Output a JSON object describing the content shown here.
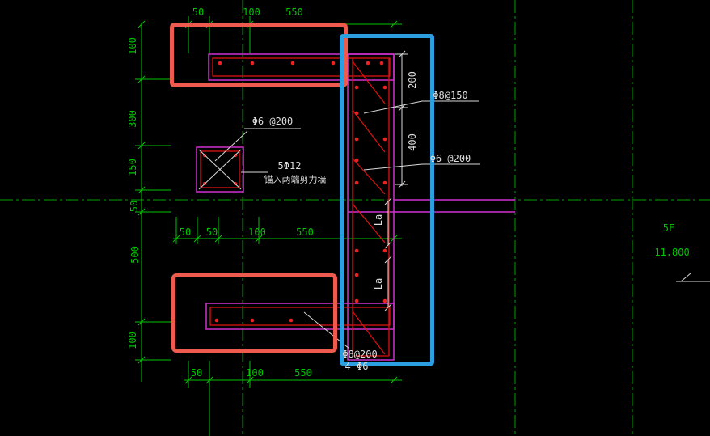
{
  "colors": {
    "background": "#000000",
    "dimension_green": "#00c400",
    "grid_green": "#00a000",
    "outline_magenta": "#cf30cf",
    "rebar_red": "#dd1111",
    "annotation_white": "#dcdcdc",
    "highlight_red": "#ee5a4e",
    "highlight_blue": "#2b9fe0"
  },
  "dims": {
    "top": {
      "d1": "50",
      "d2": "100",
      "d3": "550"
    },
    "middle": {
      "d1": "50",
      "d2": "50",
      "d3": "100",
      "d4": "550"
    },
    "bottom": {
      "d1": "50",
      "d2": "100",
      "d3": "550"
    },
    "left": {
      "d1": "100",
      "d2": "300",
      "d3": "150",
      "d4": "50",
      "d5": "500",
      "d6": "100"
    },
    "column": {
      "d1": "200",
      "d2": "400"
    }
  },
  "annotations": {
    "small_column_stirrup": "Φ6 @200",
    "main_bars": "5Φ12",
    "anchor_note": "锚入两端剪力墙",
    "column_stirrup_upper": "Φ8@150",
    "column_stirrup_lower": "Φ6 @200",
    "bottom_beam_stirrup": "Φ8@200",
    "bottom_beam_bars": "4 Φ6",
    "anchorage_upper": "La",
    "anchorage_lower": "La"
  },
  "grid_labels": {
    "floor": "5F",
    "elevation": "11.800"
  }
}
